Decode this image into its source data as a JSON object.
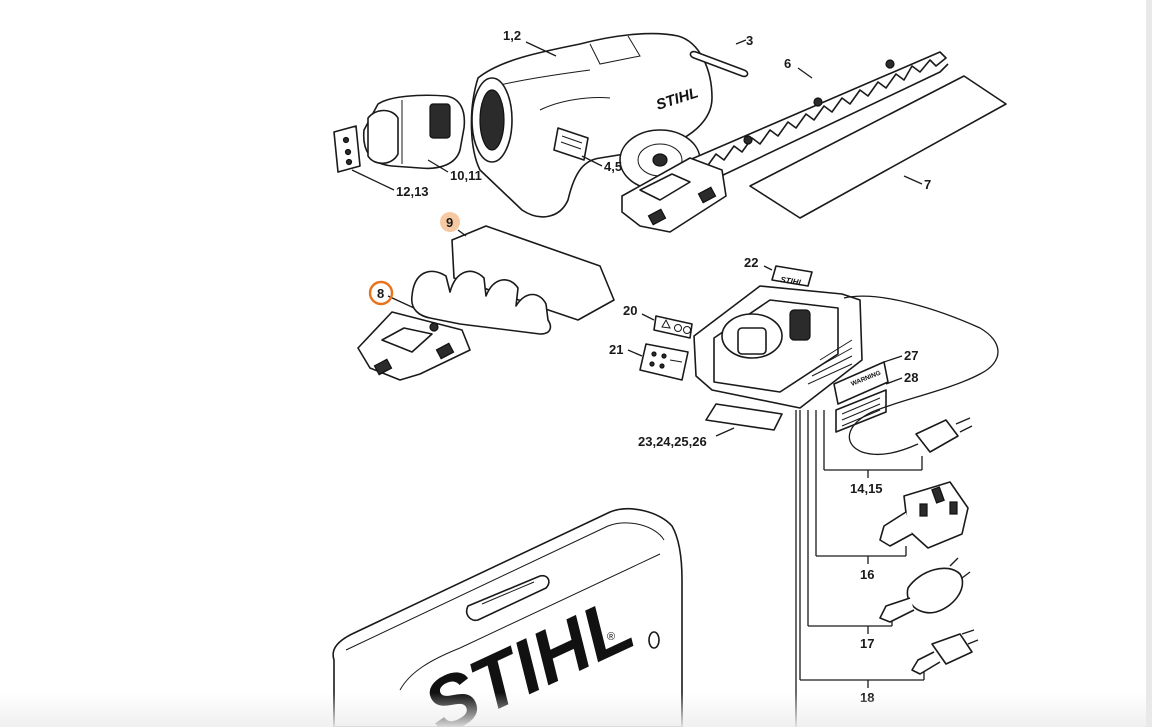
{
  "callouts": {
    "c1": "1,2",
    "c2": "3",
    "c3": "6",
    "c4": "7",
    "c5": "4,5",
    "c6": "10,11",
    "c7": "12,13",
    "c8": "9",
    "c9": "8",
    "c10": "22",
    "c11": "20",
    "c12": "21",
    "c13": "27",
    "c14": "28",
    "c15": "23,24,25,26",
    "c16": "14,15",
    "c17": "16",
    "c18": "17",
    "c19": "18"
  },
  "brand": {
    "logo": "STIHL",
    "registered": "®"
  },
  "warning_label": "WARNING",
  "colors": {
    "selected_ring": "#e8731c",
    "highlight_fill": "#f6c9a3",
    "line": "#1a1a1a"
  }
}
